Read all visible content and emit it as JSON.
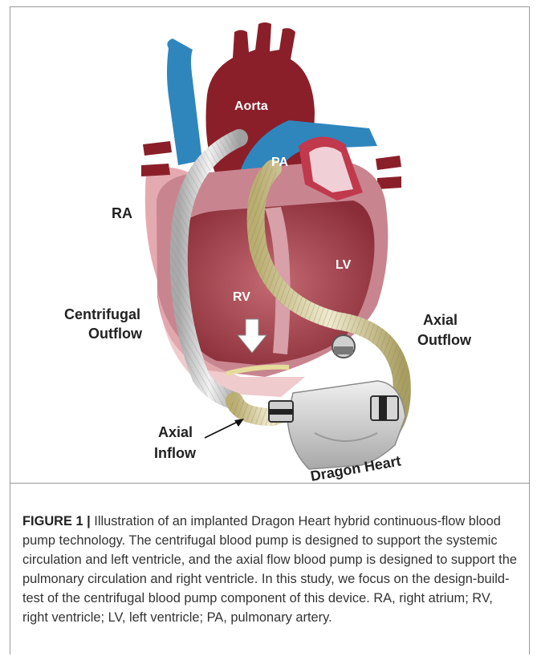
{
  "figure": {
    "labels": {
      "aorta": "Aorta",
      "pa": "PA",
      "ra": "RA",
      "lv": "LV",
      "rv": "RV",
      "centrifugal_outflow_1": "Centrifugal",
      "centrifugal_outflow_2": "Outflow",
      "axial_outflow_1": "Axial",
      "axial_outflow_2": "Outflow",
      "axial_inflow_1": "Axial",
      "axial_inflow_2": "Inflow",
      "device": "Dragon Heart"
    },
    "colors": {
      "myocardium": "#8e2a35",
      "aorta": "#8a1f2a",
      "venous": "#2f86bd",
      "pericardium": "#e9b5b9",
      "chamber": "#b24b57",
      "centrifugal_tube": "#d8d8d8",
      "axial_tube": "#e1d9a8",
      "pump_body": "#c8c8c8"
    }
  },
  "caption": {
    "label": "FIGURE 1 |",
    "text": " Illustration of an implanted Dragon Heart hybrid continuous-flow blood pump technology. The centrifugal blood pump is designed to support the systemic circulation and left ventricle, and the axial flow blood pump is designed to support the pulmonary circulation and right ventricle. In this study, we focus on the design-build-test of the centrifugal blood pump component of this device. RA, right atrium; RV, right ventricle; LV, left ventricle; PA, pulmonary artery."
  }
}
